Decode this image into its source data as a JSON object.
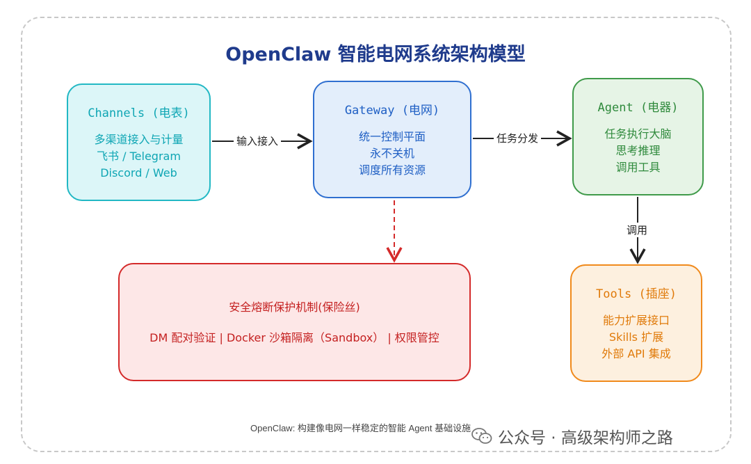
{
  "title": "OpenClaw 智能电网系统架构模型",
  "nodes": {
    "channels": {
      "head": "Channels (电表)",
      "lines": [
        "多渠道接入与计量",
        "飞书 / Telegram",
        "Discord / Web"
      ]
    },
    "gateway": {
      "head": "Gateway (电网)",
      "lines": [
        "统一控制平面",
        "永不关机",
        "调度所有资源"
      ]
    },
    "agent": {
      "head": "Agent (电器)",
      "lines": [
        "任务执行大脑",
        "思考推理",
        "调用工具"
      ]
    },
    "tools": {
      "head": "Tools (插座)",
      "lines": [
        "能力扩展接口",
        "Skills 扩展",
        "外部 API 集成"
      ]
    },
    "security": {
      "head": "安全熔断保护机制(保险丝)",
      "lines": [
        "DM 配对验证 | Docker 沙箱隔离（Sandbox） | 权限管控"
      ]
    }
  },
  "edges": {
    "channels_gateway": "输入接入",
    "gateway_agent": "任务分发",
    "agent_tools": "调用"
  },
  "caption": "OpenClaw: 构建像电网一样稳定的智能 Agent 基础设施",
  "watermark": "公众号 · 高级架构师之路",
  "colors": {
    "channels": "#22b8c4",
    "gateway": "#2f6fd0",
    "agent": "#3f9a4a",
    "tools": "#f08a1c",
    "security": "#d42a2a",
    "title": "#1f3b8c"
  }
}
